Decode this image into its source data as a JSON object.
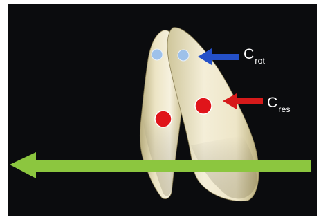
{
  "labels": {
    "c_rot": {
      "main": "C",
      "sub": "rot"
    },
    "c_res": {
      "main": "C",
      "sub": "res"
    }
  },
  "colors": {
    "background": "#0b0c0e",
    "frame": "#ffffff",
    "rot_marker": "#9ec1ea",
    "rot_arrow": "#2450c8",
    "res_marker": "#e0141a",
    "res_arrow": "#d61a1a",
    "force_arrow": "#8cc63f",
    "enamel": "#f2ecd4",
    "root": "#d8c98e"
  },
  "icons": {
    "rot_arrow": "arrow-left-blue",
    "res_arrow": "arrow-left-red",
    "force_arrow": "arrow-left-green"
  }
}
